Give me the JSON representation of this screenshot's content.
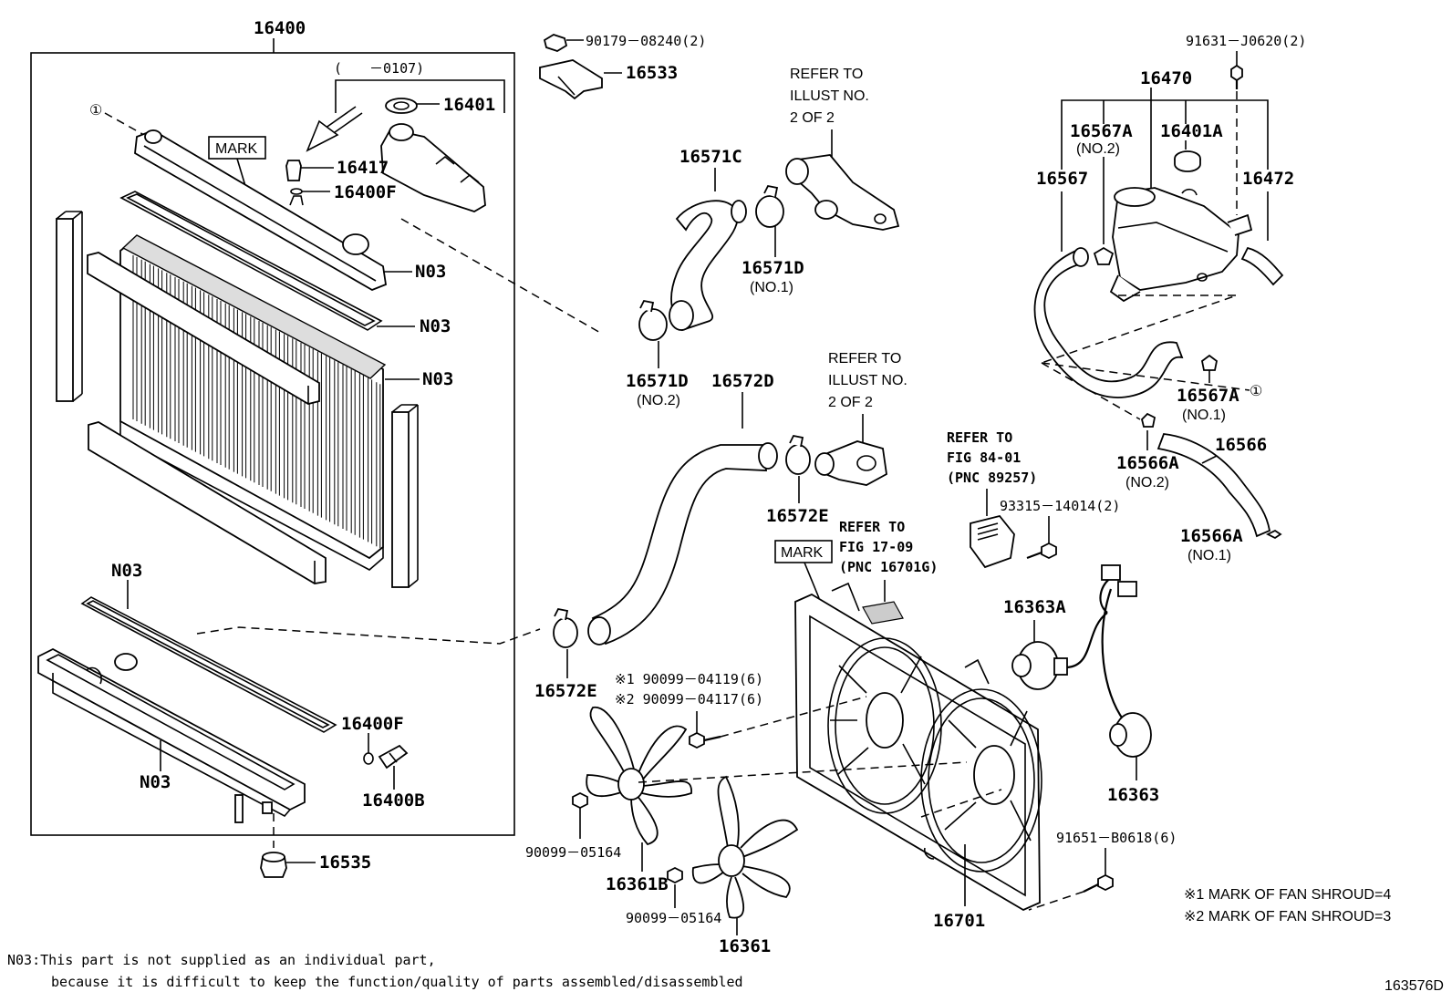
{
  "labels": {
    "l16400": "16400",
    "l0107": "(　　－0107)",
    "l16401": "16401",
    "l16417": "16417",
    "l16400F_top": "16400F",
    "lN03_a": "N03",
    "lN03_b": "N03",
    "lN03_c": "N03",
    "lN03_d": "N03",
    "lN03_e": "N03",
    "lMark1": "MARK",
    "lCircle1": "①",
    "l16400F_bot": "16400F",
    "l16400B": "16400B",
    "l16535": "16535",
    "l90179": "90179－08240(2)",
    "l16533": "16533",
    "lRefer1a": "REFER TO",
    "lRefer1b": "ILLUST NO.",
    "lRefer1c": "2 OF 2",
    "l16571C": "16571C",
    "l16571D_a": "16571D",
    "lNo1_a": "(NO.1)",
    "l16571D_b": "16571D",
    "lNo2_a": "(NO.2)",
    "l16572D": "16572D",
    "lRefer2a": "REFER TO",
    "lRefer2b": "ILLUST NO.",
    "lRefer2c": "2 OF 2",
    "l16572E_a": "16572E",
    "l16572E_b": "16572E",
    "lRefer3a": "REFER TO",
    "lRefer3b": "FIG 84-01",
    "lRefer3c": "(PNC 89257)",
    "l93315": "93315－14014(2)",
    "lRefer4a": "REFER TO",
    "lRefer4b": "FIG 17-09",
    "lRefer4c": "(PNC 16701G)",
    "lMark2": "MARK",
    "l16363A": "16363A",
    "l16363": "16363",
    "lNote1": "※1 90099－04119(6)",
    "lNote2": "※2 90099－04117(6)",
    "l90099_a": "90099－05164",
    "l16361B": "16361B",
    "l90099_b": "90099－05164",
    "l16361": "16361",
    "l16701": "16701",
    "l91651": "91651－B0618(6)",
    "l91631": "91631－J0620(2)",
    "l16470": "16470",
    "l16567A_top": "16567A",
    "lNo2_b": "(NO.2)",
    "l16401A": "16401A",
    "l16567": "16567",
    "l16472": "16472",
    "l16567A_bot": "16567A",
    "lNo1_b": "(NO.1)",
    "lCircle2": "①",
    "l16566A_a": "16566A",
    "lNo2_c": "(NO.2)",
    "l16566": "16566",
    "l16566A_b": "16566A",
    "lNo1_c": "(NO.1)",
    "lShroud1": "※1 MARK OF FAN SHROUD=4",
    "lShroud2": "※2 MARK OF FAN SHROUD=3",
    "lFoot1": "N03:This part is not supplied as an individual part,",
    "lFoot2": "because it is difficult to keep the function/quality of parts assembled/disassembled",
    "lFig": "163576D"
  }
}
